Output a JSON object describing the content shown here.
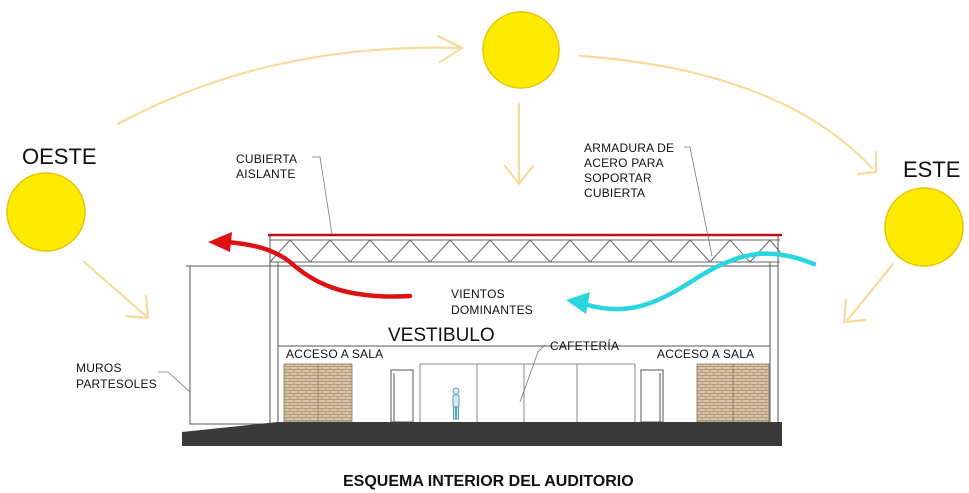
{
  "colors": {
    "sun": "#ffeb00",
    "sun_stroke": "#e6c400",
    "sun_path": "#f6dc9c",
    "roof": "#c01010",
    "wind_out": "#dd1111",
    "wind_in": "#2ad6de",
    "ground": "#3a3a3a",
    "wall_texture": "#c9b49a",
    "line": "#555555"
  },
  "labels": {
    "west": "OESTE",
    "east": "ESTE",
    "roof": [
      "CUBIERTA",
      "AISLANTE"
    ],
    "truss": [
      "ARMADURA DE",
      "ACERO PARA",
      "SOPORTAR",
      "CUBIERTA"
    ],
    "winds": [
      "VIENTOS",
      "DOMINANTES"
    ],
    "lobby": "VESTIBULO",
    "access_left": "ACCESO A SALA",
    "cafe": "CAFETERÍA",
    "access_right": "ACCESO A SALA",
    "walls": [
      "MUROS",
      "PARTESOLES"
    ],
    "caption": "ESQUEMA INTERIOR DEL AUDITORIO"
  },
  "icons": [
    "sun-icon",
    "arrow-icon",
    "person-icon"
  ]
}
